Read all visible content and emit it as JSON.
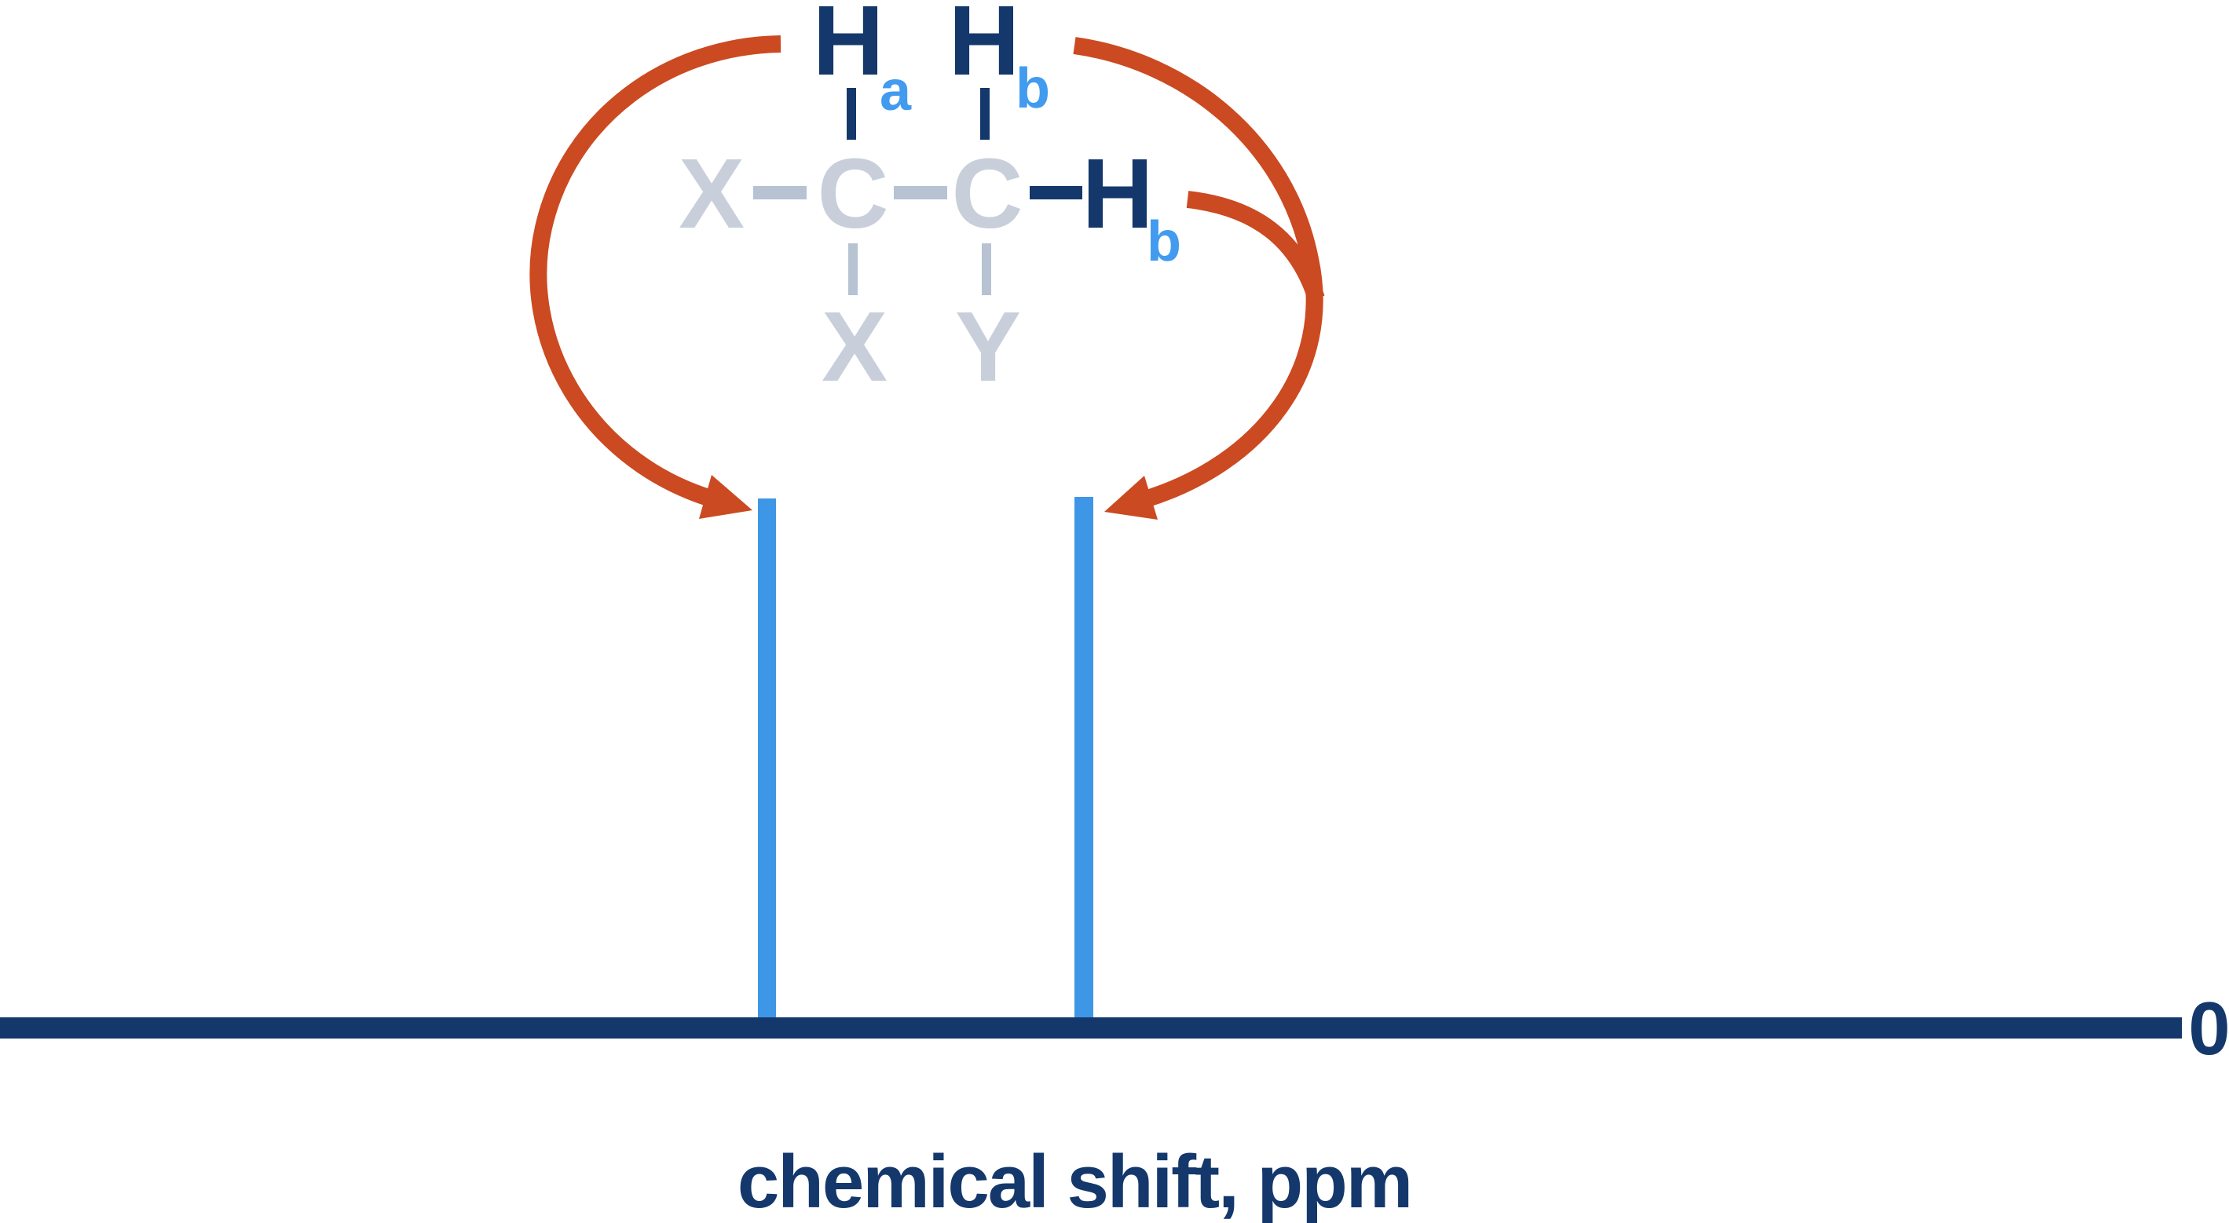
{
  "colors": {
    "navy": "#14386b",
    "structure_gray": "#c8cfda",
    "bond_gray": "#b7c2d3",
    "subscript_blue": "#429bee",
    "arrow_orange": "#cb4a21",
    "peak_blue": "#3e97e6"
  },
  "molecule": {
    "top": {
      "h1": "H",
      "h1_sub": "a",
      "h2": "H",
      "h2_sub": "b"
    },
    "middle": {
      "left_substituent": "X",
      "c1": "C",
      "c2": "C",
      "h3": "H",
      "h3_sub": "b"
    },
    "bottom": {
      "x": "X",
      "y": "Y"
    }
  },
  "spectrum": {
    "origin_label": "0",
    "axis_label": "chemical shift, ppm"
  },
  "arrows": [
    {
      "from": "Ha",
      "to": "left peak"
    },
    {
      "from": "Hb top",
      "to": "right peak"
    },
    {
      "from": "Hb side",
      "to": "right peak"
    }
  ],
  "chart_data": {
    "type": "bar",
    "title": "",
    "xlabel": "chemical shift, ppm",
    "ylabel": "",
    "x_tick_labels": [
      "0"
    ],
    "grid": false,
    "legend": false,
    "peaks": [
      {
        "assigned_to": "Ha",
        "relative_height": 1,
        "x_fraction_of_width": 0.34
      },
      {
        "assigned_to": "Hb",
        "relative_height": 1,
        "x_fraction_of_width": 0.49
      }
    ],
    "note": "two singlets of equal height; origin 0 at right end of axis"
  }
}
